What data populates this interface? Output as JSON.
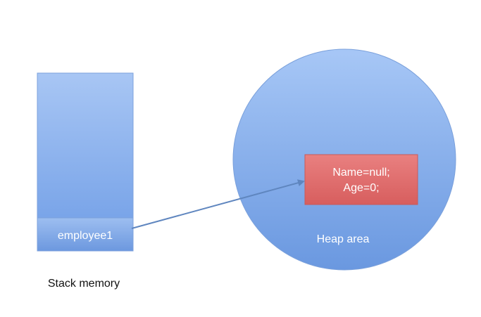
{
  "stack": {
    "variable_label": "employee1",
    "caption": "Stack memory"
  },
  "heap": {
    "caption": "Heap area",
    "object": {
      "line1": "Name=null;",
      "line2": "Age=0;"
    }
  },
  "colors": {
    "stack_fill_top": "#a8c6f4",
    "stack_fill_bottom": "#6f9de6",
    "heap_fill_top": "#a7c7f6",
    "heap_fill_bottom": "#6a98e0",
    "object_fill": "#e06a6a",
    "arrow": "#5f86bf"
  }
}
